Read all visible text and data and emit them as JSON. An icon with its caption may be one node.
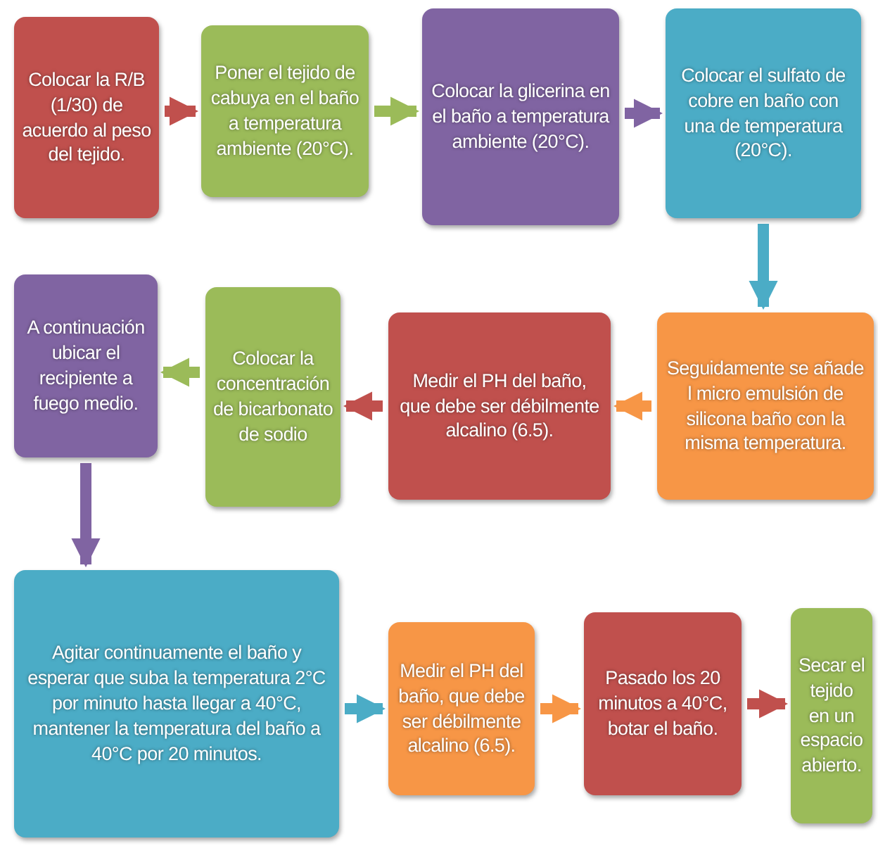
{
  "diagram": {
    "nodes": [
      {
        "text": [
          "Colocar la R/B (1/30) de acuerdo al peso del tejido."
        ]
      },
      {
        "text": [
          "Poner el tejido de cabuya en el baño a temperatura ambiente (20°C)."
        ]
      },
      {
        "text": [
          "Colocar la glicerina en el baño a temperatura ambiente (20°C)."
        ]
      },
      {
        "text": [
          "Colocar el sulfato de cobre en baño con una de temperatura (20°C)."
        ]
      },
      {
        "text": [
          "Seguidamente se añade l micro emulsión de silicona baño con la misma temperatura."
        ]
      },
      {
        "text": [
          "Medir el PH del baño, que debe ser débilmente alcalino (6.5)."
        ]
      },
      {
        "text": [
          "Colocar la concentración de bicarbonato de sodio"
        ]
      },
      {
        "text": [
          "A continuación ubicar el recipiente a fuego medio."
        ]
      },
      {
        "text": [
          "Agitar continuamente el baño y esperar que suba la temperatura 2°C por minuto hasta llegar a 40°C, mantener la temperatura del baño a 40°C por 20 minutos."
        ]
      },
      {
        "text": [
          "Medir el PH del baño, que debe ser débilmente alcalino (6.5)."
        ]
      },
      {
        "text": [
          "Pasado los 20 minutos a 40°C, botar el baño."
        ]
      },
      {
        "text": [
          "Secar el tejido en un espacio abierto."
        ]
      }
    ],
    "edges": [
      {
        "from": 0,
        "to": 1,
        "arrow": "to",
        "color": "#c0504d"
      },
      {
        "from": 1,
        "to": 2,
        "arrow": "to",
        "color": "#9bbb59"
      },
      {
        "from": 2,
        "to": 3,
        "arrow": "to",
        "color": "#8064a2"
      },
      {
        "from": 3,
        "to": 4,
        "arrow": "to",
        "color": "#4bacc6"
      },
      {
        "from": 4,
        "to": 5,
        "arrow": "to",
        "color": "#f79646"
      },
      {
        "from": 5,
        "to": 6,
        "arrow": "to",
        "color": "#c0504d"
      },
      {
        "from": 6,
        "to": 7,
        "arrow": "to",
        "color": "#9bbb59"
      },
      {
        "from": 7,
        "to": 8,
        "arrow": "to",
        "color": "#8064a2"
      },
      {
        "from": 8,
        "to": 9,
        "arrow": "to",
        "color": "#4bacc6"
      },
      {
        "from": 9,
        "to": 10,
        "arrow": "to",
        "color": "#f79646"
      },
      {
        "from": 10,
        "to": 11,
        "arrow": "to",
        "color": "#c0504d"
      }
    ]
  }
}
